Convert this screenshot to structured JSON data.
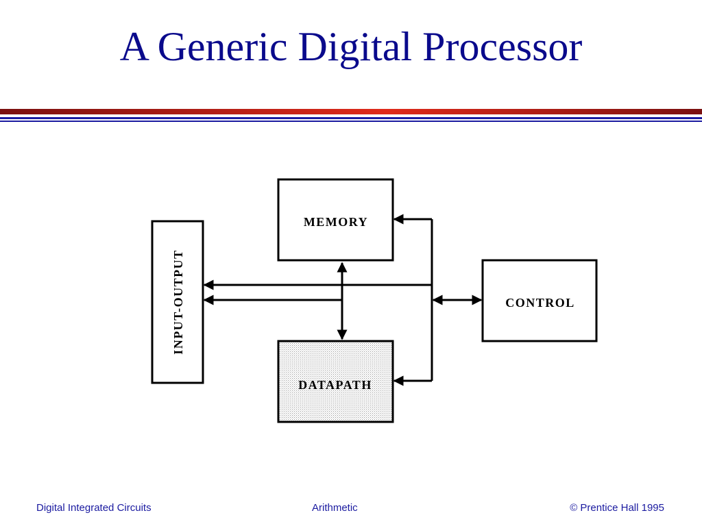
{
  "slide": {
    "title": "A Generic Digital Processor"
  },
  "diagram": {
    "blocks": {
      "memory": "MEMORY",
      "datapath": "DATAPATH",
      "control": "CONTROL",
      "input_output": "INPUT-OUTPUT"
    }
  },
  "footer": {
    "left": "Digital Integrated Circuits",
    "center": "Arithmetic",
    "right": "© Prentice Hall 1995"
  },
  "colors": {
    "title": "#0a0a8c",
    "footer": "#1a1aa0",
    "rule_red": "#e02a1a",
    "rule_blue": "#1a1aa0"
  }
}
